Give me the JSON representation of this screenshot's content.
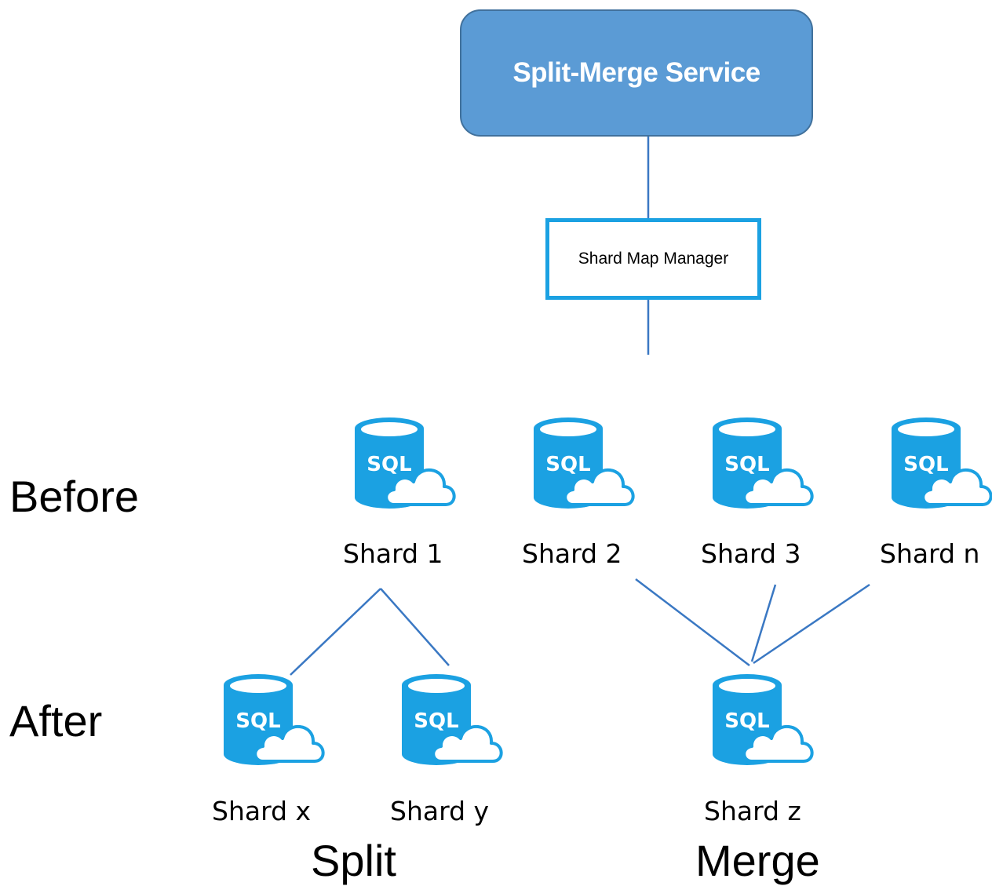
{
  "service": {
    "label": "Split-Merge Service"
  },
  "shard_map_manager": {
    "label": "Shard Map Manager"
  },
  "rows": {
    "before": "Before",
    "after": "After"
  },
  "groups": {
    "split": "Split",
    "merge": "Merge"
  },
  "db_icon_text": "SQL",
  "shards_before": [
    {
      "label": "Shard 1"
    },
    {
      "label": "Shard 2"
    },
    {
      "label": "Shard 3"
    },
    {
      "label": "Shard n"
    }
  ],
  "shards_after": [
    {
      "label": "Shard x"
    },
    {
      "label": "Shard y"
    },
    {
      "label": "Shard z"
    }
  ],
  "colors": {
    "service_fill": "#5b9bd5",
    "service_border": "#41719c",
    "accent": "#1ba1e2",
    "connector": "#3a78c3"
  }
}
